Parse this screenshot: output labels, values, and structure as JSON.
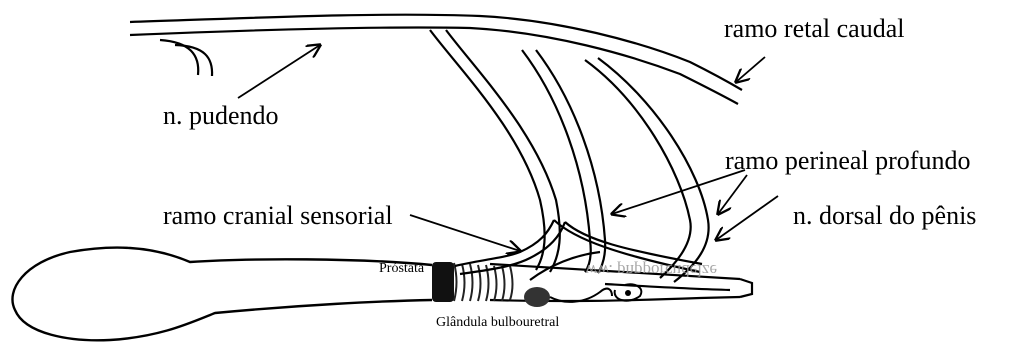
{
  "labels": {
    "ramo_retal_caudal": "ramo retal caudal",
    "n_pudendo": "n. pudendo",
    "ramo_perineal_profundo": "ramo perineal profundo",
    "ramo_cranial_sensorial": "ramo cranial sensorial",
    "n_dorsal_do_penis": "n. dorsal do pênis",
    "prostata": "Próstata",
    "glandula_bulbouretral": "Glândula bulbouretral"
  },
  "watermark": "ww. pnpporcudelze",
  "colors": {
    "ink": "#000000",
    "nerve_fill": "#ffffff",
    "watermark": "#9a9a9a",
    "prostate_band": "#111111",
    "gland": "#333333"
  }
}
